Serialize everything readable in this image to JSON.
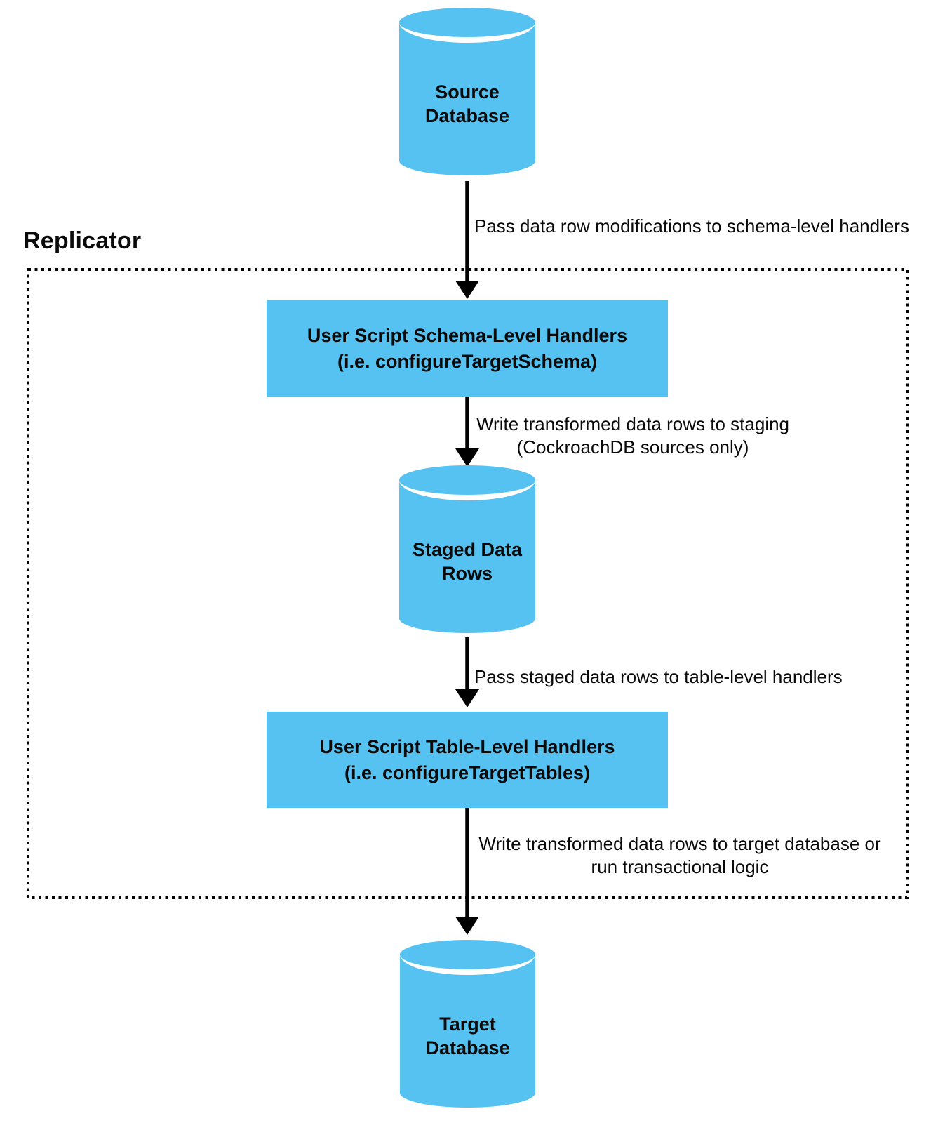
{
  "diagram": {
    "title": "Replicator",
    "colors": {
      "node_fill": "#56C2F1",
      "line": "#000000",
      "text": "#0A0A0A",
      "background": "#FFFFFF"
    },
    "nodes": {
      "source_db": {
        "shape": "cylinder",
        "line1": "Source",
        "line2": "Database"
      },
      "schema_handlers": {
        "shape": "rect",
        "line1": "User Script Schema-Level Handlers",
        "line2": "(i.e. configureTargetSchema)"
      },
      "staged_rows": {
        "shape": "cylinder",
        "line1": "Staged Data",
        "line2": "Rows"
      },
      "table_handlers": {
        "shape": "rect",
        "line1": "User Script Table-Level Handlers",
        "line2": "(i.e. configureTargetTables)"
      },
      "target_db": {
        "shape": "cylinder",
        "line1": "Target",
        "line2": "Database"
      }
    },
    "edges": {
      "source_to_schema": {
        "label": "Pass data row modifications to schema-level handlers"
      },
      "schema_to_staged": {
        "line1": "Write transformed data rows to staging",
        "line2": "(CockroachDB sources only)"
      },
      "staged_to_table": {
        "label": "Pass staged data rows to table-level handlers"
      },
      "table_to_target": {
        "line1": "Write transformed data rows to target database or",
        "line2": "run transactional logic"
      }
    }
  }
}
